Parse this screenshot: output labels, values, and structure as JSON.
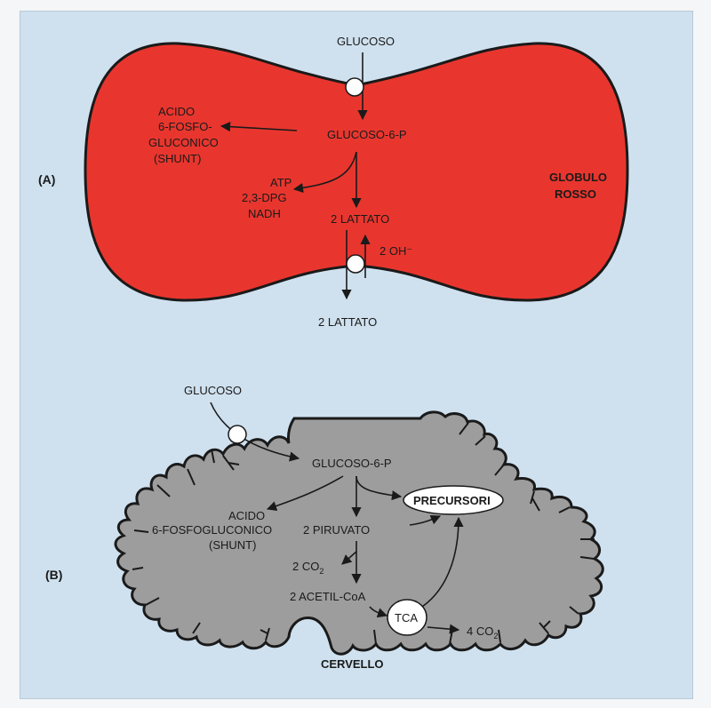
{
  "panel_a": {
    "tag": "(A)",
    "cell_label_line1": "GLOBULO",
    "cell_label_line2": "ROSSO",
    "glucose_in": "GLUCOSO",
    "g6p": "GLUCOSO-6-P",
    "shunt_line1": "ACIDO",
    "shunt_line2": "6-FOSFO-",
    "shunt_line3": "GLUCONICO",
    "shunt_line4": "(SHUNT)",
    "products_line1": "ATP",
    "products_line2": "2,3-DPG",
    "products_line3": "NADH",
    "lactate_in": "2 LATTATO",
    "hydroxide": "2 OH⁻",
    "lactate_out": "2 LATTATO"
  },
  "panel_b": {
    "tag": "(B)",
    "organ_label": "CERVELLO",
    "glucose_in": "GLUCOSO",
    "g6p": "GLUCOSO-6-P",
    "precursors": "PRECURSORI",
    "shunt_line1": "ACIDO",
    "shunt_line2": "6-FOSFOGLUCONICO",
    "shunt_line3": "(SHUNT)",
    "pyruvate": "2 PIRUVATO",
    "co2_label": "2 CO",
    "co2_sub": "2",
    "acetyl": "2 ACETIL-CoA",
    "tca": "TCA",
    "co2_out_label": "4 CO",
    "co2_out_sub": "2"
  },
  "colors": {
    "background": "#cfe1ef",
    "red_cell": "#e8362e",
    "brain": "#9d9d9d",
    "outline": "#1a1a1a"
  }
}
